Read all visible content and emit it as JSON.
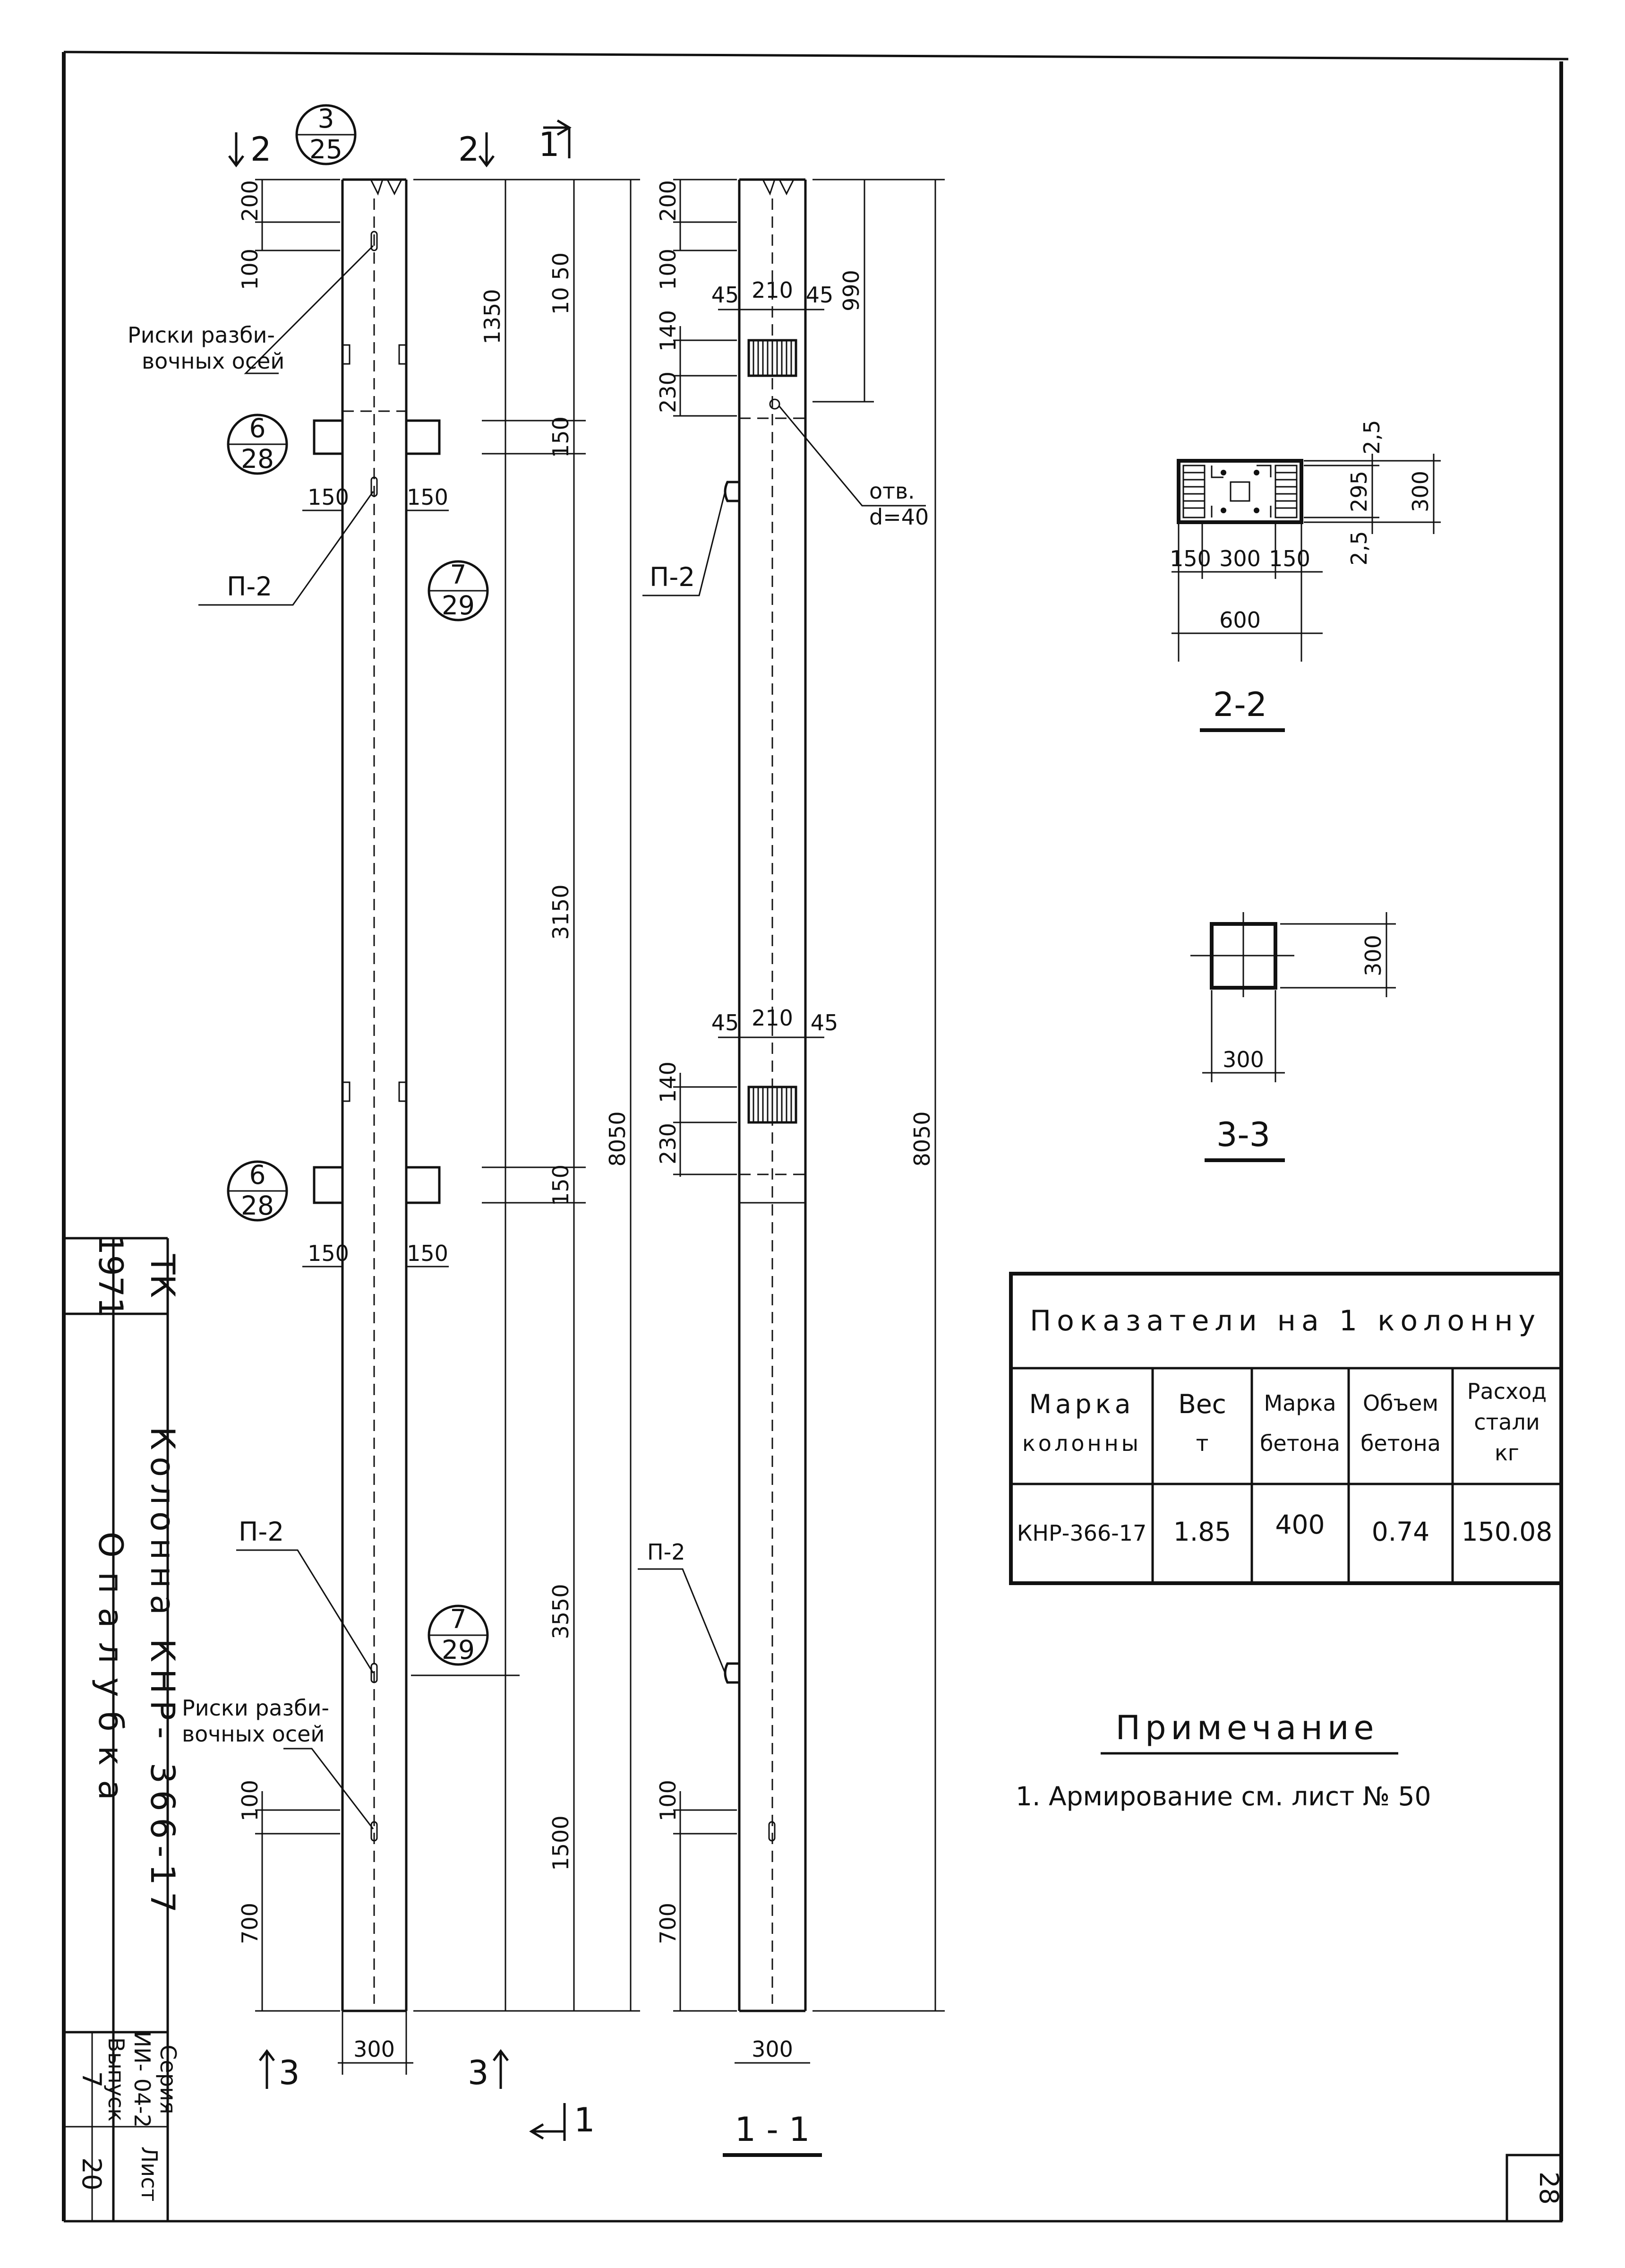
{
  "drawing": {
    "stamp": {
      "year": "1971",
      "org": "ТК",
      "title": "Колонна КНР- 366-17",
      "subtitle": "Опалубка",
      "series_label": "Серия",
      "series_value": "ИИ- 04-2",
      "issue_label": "Выпуск",
      "issue_value": "7",
      "sheet_label": "Лист",
      "sheet_value": "20"
    },
    "page_number": "28",
    "left_view": {
      "callout_top": {
        "num": "3",
        "den": "25"
      },
      "callout_mid1": {
        "num": "6",
        "den": "28"
      },
      "callout_mid2": {
        "num": "7",
        "den": "29"
      },
      "callout_low1": {
        "num": "6",
        "den": "28"
      },
      "callout_low2": {
        "num": "7",
        "den": "29"
      },
      "cut_2_left": "2",
      "cut_2_right": "2",
      "cut_1_top": "1",
      "cut_1_bottom": "1",
      "cut_3_left": "3",
      "cut_3_right": "3",
      "label_riski_top_1": "Риски разби-",
      "label_riski_top_2": "вочных осей",
      "label_riski_bot_1": "Риски разби-",
      "label_riski_bot_2": "вочных осей",
      "label_p2_top": "П-2",
      "label_p2_bot": "П-2",
      "dims": {
        "d200": "200",
        "d100": "100",
        "d1350": "1350",
        "d1050": "10 50",
        "d150a": "150",
        "d150b": "150",
        "d150c": "150",
        "d150d": "150",
        "d150e": "150",
        "d150f": "150",
        "d3150": "3150",
        "d8050": "8050",
        "d3550": "3550",
        "d1500": "1500",
        "d100b": "100",
        "d700": "700",
        "d300": "300"
      }
    },
    "section_1_1": {
      "title": "1 - 1",
      "label_otv": "отв.",
      "label_d": "d=40",
      "label_p2_top": "П-2",
      "label_p2_bot": "П-2",
      "dims": {
        "d200": "200",
        "d100": "100",
        "d45a": "45",
        "d210a": "210",
        "d45b": "45",
        "d990": "990",
        "d140a": "140",
        "d230a": "230",
        "d45c": "45",
        "d210b": "210",
        "d45d": "45",
        "d140b": "140",
        "d230b": "230",
        "d8050": "8050",
        "d100b": "100",
        "d700": "700",
        "d300": "300"
      }
    },
    "section_2_2": {
      "title": "2-2",
      "dims": {
        "d25a": "2,5",
        "d295": "295",
        "d300v": "300",
        "d25b": "2,5",
        "d150a": "150",
        "d300": "300",
        "d150b": "150",
        "d600": "600"
      }
    },
    "section_3_3": {
      "title": "3-3",
      "dims": {
        "d300v": "300",
        "d300h": "300"
      }
    },
    "table": {
      "title": "Показатели на 1 колонну",
      "headers": [
        [
          "Марка",
          "колонны"
        ],
        [
          "Вес",
          "т"
        ],
        [
          "Марка",
          "бетона"
        ],
        [
          "Объем",
          "бетона"
        ],
        [
          "Расход",
          "стали",
          "кг"
        ]
      ],
      "row": [
        "КНР-366-17",
        "1.85",
        "400",
        "0.74",
        "150.08"
      ]
    },
    "note": {
      "title": "Примечание",
      "text": "1. Армирование см. лист № 50"
    }
  }
}
